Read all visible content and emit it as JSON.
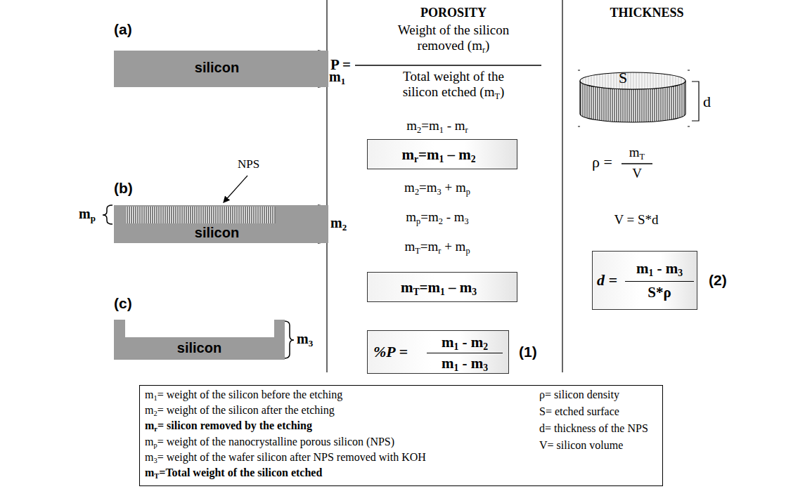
{
  "diagram": {
    "nodes": [
      {
        "text": [
          "silicon"
        ]
      },
      {
        "text": [
          "silicon"
        ]
      },
      {
        "text": [
          "silicon"
        ]
      },
      {
        "text": [
          "mr=m1 – m2"
        ]
      },
      {
        "text": [
          "mT=m1 – m3"
        ]
      },
      {
        "text": [
          "%P =",
          "m1 - m2",
          "m1 - m3"
        ]
      },
      {
        "text": [
          "d =",
          "m1 - m3",
          "S*ρ"
        ]
      },
      {
        "text": [
          "m1= weight of the silicon before the etching",
          "m2= weight of the silicon after the etching",
          "mr= silicon removed by the etching",
          "mp= weight of the nanocrystalline porous silicon (NPS)",
          "m3= weight of the wafer silicon after NPS removed with KOH",
          "mT=Total weight of the silicon etched",
          "ρ= silicon density",
          "S= etched surface",
          "d= thickness of the NPS",
          "V= silicon volume"
        ]
      }
    ],
    "labels": [
      "(a)",
      "POROSITY",
      "THICKNESS",
      "m1",
      "P =",
      "Weight of the silicon removed (mr)",
      "Total weight of the silicon etched (mT)",
      "m2=m1 - mr",
      "m2=m3 + mp",
      "mp=m2 - m3",
      "mT=mr + mp",
      "(b)",
      "NPS",
      "mp",
      "m2",
      "(c)",
      "m3",
      "(1)",
      "S",
      "d",
      "ρ =",
      "mT",
      "V",
      "V = S*d",
      "(2)"
    ]
  }
}
